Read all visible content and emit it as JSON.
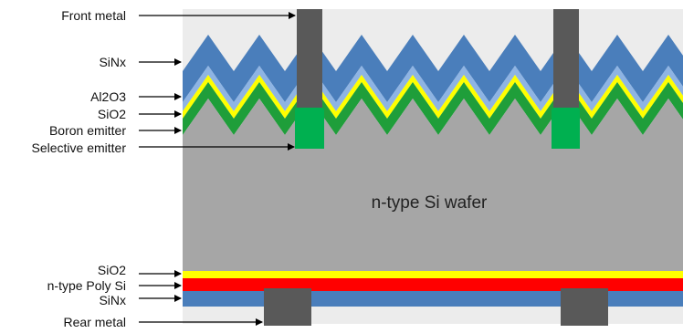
{
  "labels": {
    "front_metal": "Front metal",
    "sinx_front": "SiNx",
    "al2o3": "Al2O3",
    "sio2_front": "SiO2",
    "boron_emitter": "Boron emitter",
    "selective_emitter": "Selective emitter",
    "wafer": "n-type Si wafer",
    "sio2_rear": "SiO2",
    "poly_si": "n-type Poly Si",
    "sinx_rear": "SiNx",
    "rear_metal": "Rear metal"
  },
  "colors": {
    "background_panel": "#ececec",
    "wafer": "#a6a6a6",
    "boron_emitter": "#1f9e3a",
    "selective_emitter": "#00b050",
    "sio2": "#ffff00",
    "al2o3": "#8eb4e3",
    "sinx": "#4a7ebb",
    "poly_si": "#ff0000",
    "metal": "#595959"
  }
}
